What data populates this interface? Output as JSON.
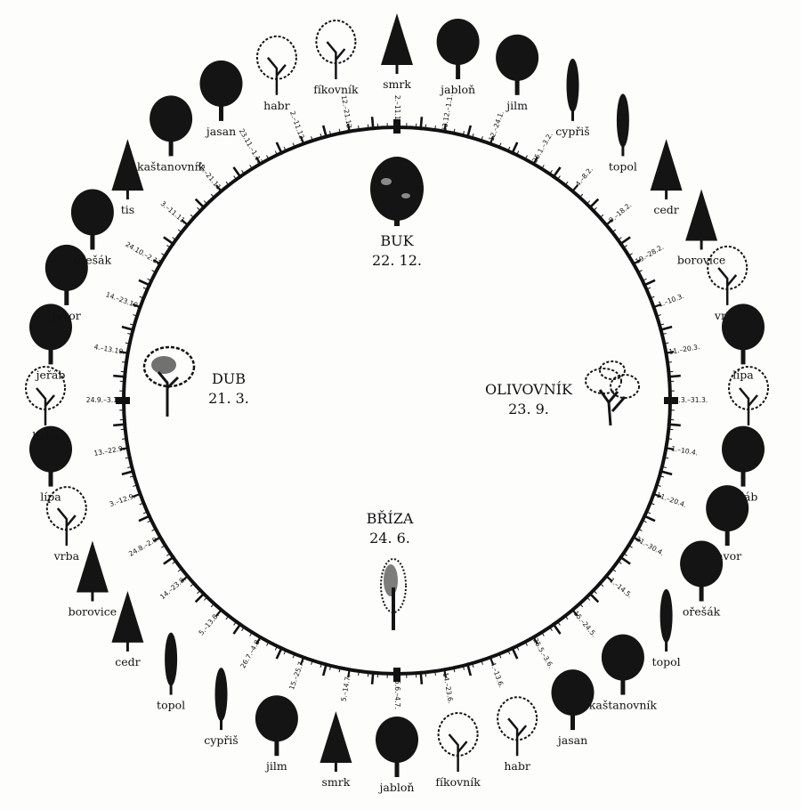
{
  "diagram": {
    "ring_color": "#111111",
    "tree_color": "#141414",
    "cardinals": [
      {
        "name": "BUK",
        "date": "22. 12."
      },
      {
        "name": "OLIVOVNÍK",
        "date": "23. 9."
      },
      {
        "name": "BŘÍZA",
        "date": "24. 6."
      },
      {
        "name": "DUB",
        "date": "21. 3."
      }
    ],
    "zodiac": [
      {
        "tree": "jabloň",
        "dates": "23.12.–1.1."
      },
      {
        "tree": "jilm",
        "dates": "12.–24.1."
      },
      {
        "tree": "cypřiš",
        "dates": "25.1.–3.2."
      },
      {
        "tree": "topol",
        "dates": "4.–8.2."
      },
      {
        "tree": "cedr",
        "dates": "9.–18.2."
      },
      {
        "tree": "borovice",
        "dates": "19.–28.2."
      },
      {
        "tree": "vrba",
        "dates": "1.–10.3."
      },
      {
        "tree": "lípa",
        "dates": "11.–20.3."
      },
      {
        "tree": "líska",
        "dates": "22.3.–31.3."
      },
      {
        "tree": "jeřáb",
        "dates": "1.–10.4."
      },
      {
        "tree": "javor",
        "dates": "11.–20.4."
      },
      {
        "tree": "ořešák",
        "dates": "21.–30.4."
      },
      {
        "tree": "topol",
        "dates": "1.–14.5."
      },
      {
        "tree": "kaštanovník",
        "dates": "15.–24.5."
      },
      {
        "tree": "jasan",
        "dates": "25.5.–3.6."
      },
      {
        "tree": "habr",
        "dates": "4.–13.6."
      },
      {
        "tree": "fíkovník",
        "dates": "14.–23.6."
      },
      {
        "tree": "jabloň",
        "dates": "25.6.–4.7."
      },
      {
        "tree": "smrk",
        "dates": "5.–14.7."
      },
      {
        "tree": "jilm",
        "dates": "15.–25.7."
      },
      {
        "tree": "cypřiš",
        "dates": "26.7.–4.8."
      },
      {
        "tree": "topol",
        "dates": "5.–13.8."
      },
      {
        "tree": "cedr",
        "dates": "14.–23.8."
      },
      {
        "tree": "borovice",
        "dates": "24.8.–2.9."
      },
      {
        "tree": "vrba",
        "dates": "3.–12.9."
      },
      {
        "tree": "lípa",
        "dates": "13.–22.9."
      },
      {
        "tree": "líska",
        "dates": "24.9.–3.10."
      },
      {
        "tree": "jeřáb",
        "dates": "4.–13.10."
      },
      {
        "tree": "javor",
        "dates": "14.–23.10."
      },
      {
        "tree": "ořešák",
        "dates": "24.10.–2.11."
      },
      {
        "tree": "tis",
        "dates": "3.–11.11."
      },
      {
        "tree": "kaštanovník",
        "dates": "12.–21.11."
      },
      {
        "tree": "jasan",
        "dates": "23.11.–1.12."
      },
      {
        "tree": "habr",
        "dates": "2.–11.12."
      },
      {
        "tree": "fíkovník",
        "dates": "12.–21.12."
      },
      {
        "tree": "smrk",
        "dates": "2.–11.1."
      }
    ]
  }
}
